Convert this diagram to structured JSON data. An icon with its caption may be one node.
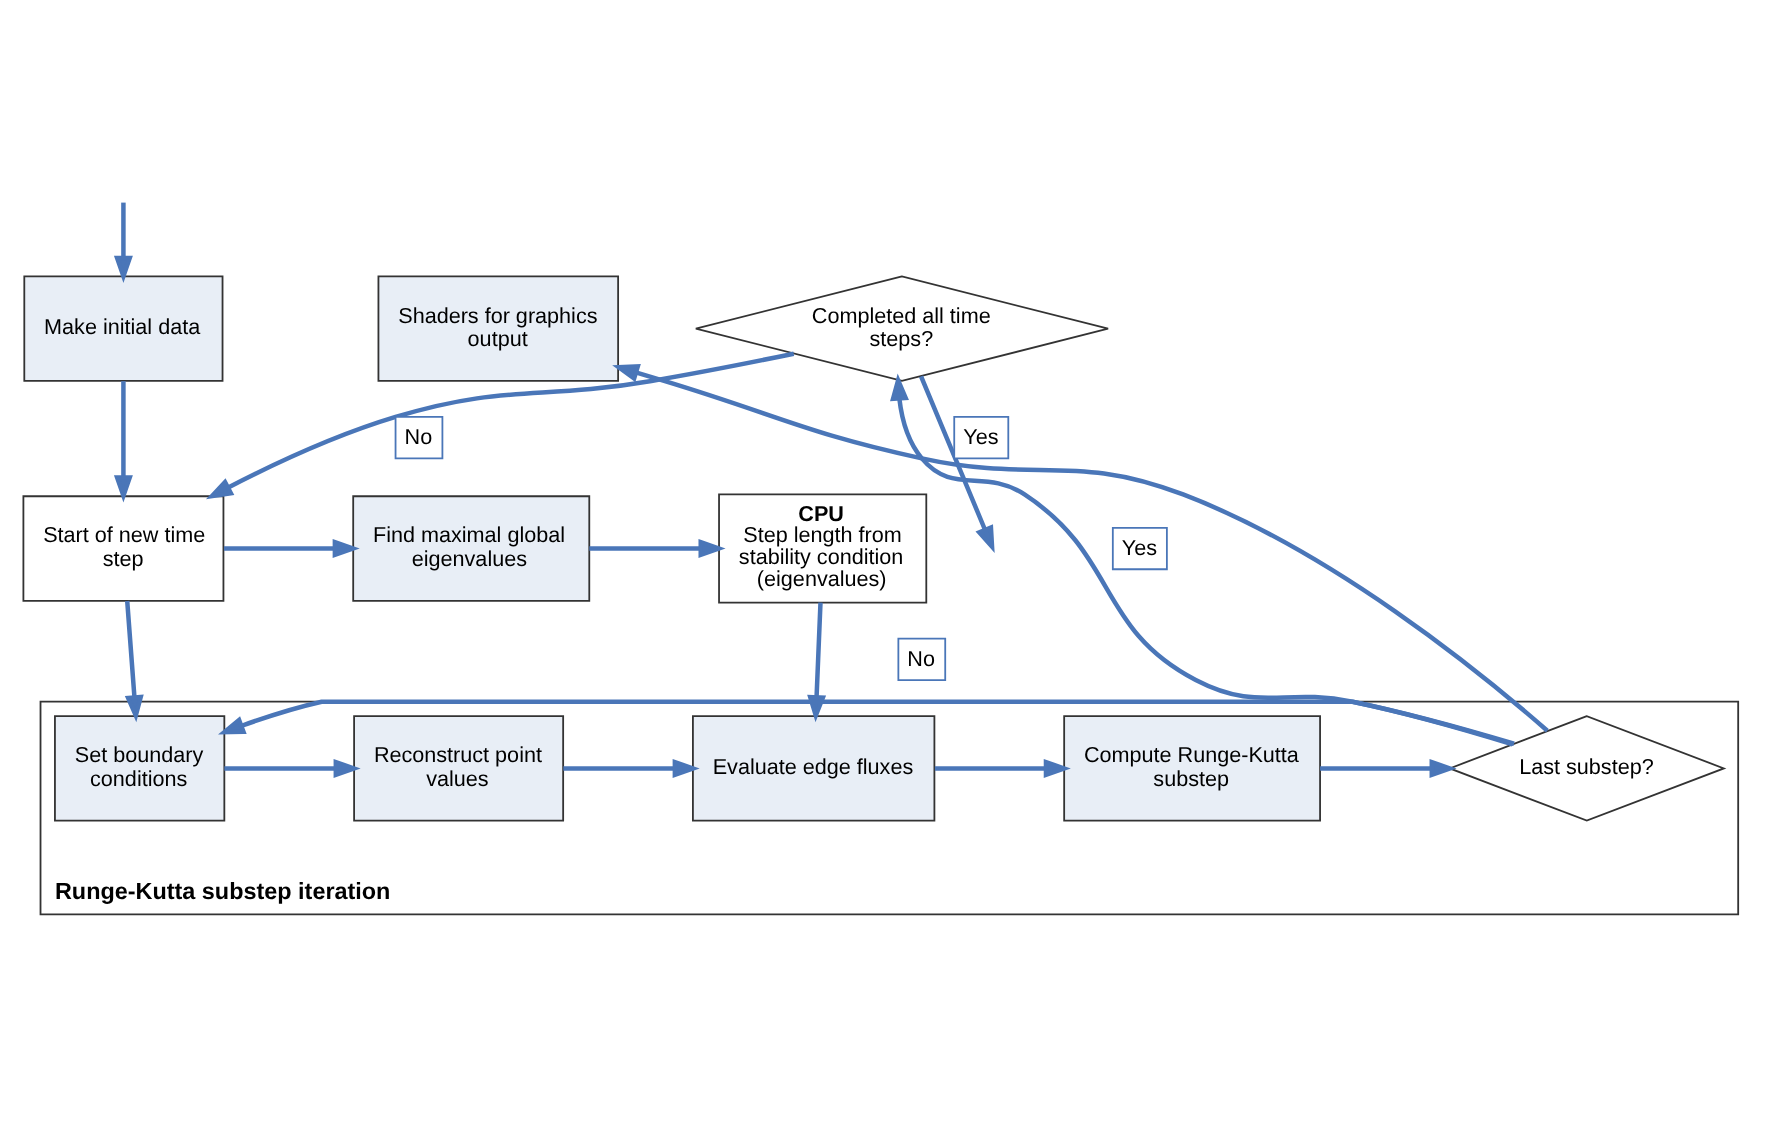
{
  "diagram": {
    "nodes": [
      {
        "text": [
          "Make initial data"
        ]
      },
      {
        "text": [
          "Completed all time steps?"
        ]
      },
      {
        "text": [
          "Shaders for graphics output"
        ]
      },
      {
        "text": [
          "Start of new time step"
        ]
      },
      {
        "text": [
          "Find maximal global eigenvalues"
        ]
      },
      {
        "text": [
          "CPU",
          "Step length from stability condition (eigenvalues)"
        ]
      },
      {
        "text": [
          "Runge-Kutta substep iteration"
        ]
      },
      {
        "text": [
          "Set boundary conditions"
        ],
        "in": 6
      },
      {
        "text": [
          "Reconstruct point values"
        ],
        "in": 6
      },
      {
        "text": [
          "Evaluate edge fluxes"
        ],
        "in": 6
      },
      {
        "text": [
          "Compute Runge-Kutta substep"
        ],
        "in": 6
      },
      {
        "text": [
          "Last substep?"
        ],
        "in": 6
      }
    ],
    "edges": [
      {
        "from": null,
        "to": 0,
        "arrow": "to"
      },
      {
        "from": 0,
        "to": 3,
        "arrow": "to"
      },
      {
        "from": 1,
        "to": null,
        "arrow": "to",
        "label": "Yes"
      },
      {
        "from": 1,
        "to": 3,
        "arrow": "to",
        "label": "No"
      },
      {
        "from": 3,
        "to": 4,
        "arrow": "to"
      },
      {
        "from": 4,
        "to": 5,
        "arrow": "to"
      },
      {
        "from": 5,
        "to": 9,
        "arrow": "to"
      },
      {
        "from": 3,
        "to": 7,
        "arrow": "to"
      },
      {
        "from": 7,
        "to": 8,
        "arrow": "to"
      },
      {
        "from": 8,
        "to": 9,
        "arrow": "to"
      },
      {
        "from": 9,
        "to": 10,
        "arrow": "to"
      },
      {
        "from": 10,
        "to": 11,
        "arrow": "to"
      },
      {
        "from": 11,
        "to": 1,
        "arrow": "to",
        "label": "Yes"
      },
      {
        "from": 11,
        "to": 2,
        "arrow": "to"
      },
      {
        "from": 11,
        "to": 7,
        "arrow": "to",
        "label": "No"
      }
    ]
  }
}
